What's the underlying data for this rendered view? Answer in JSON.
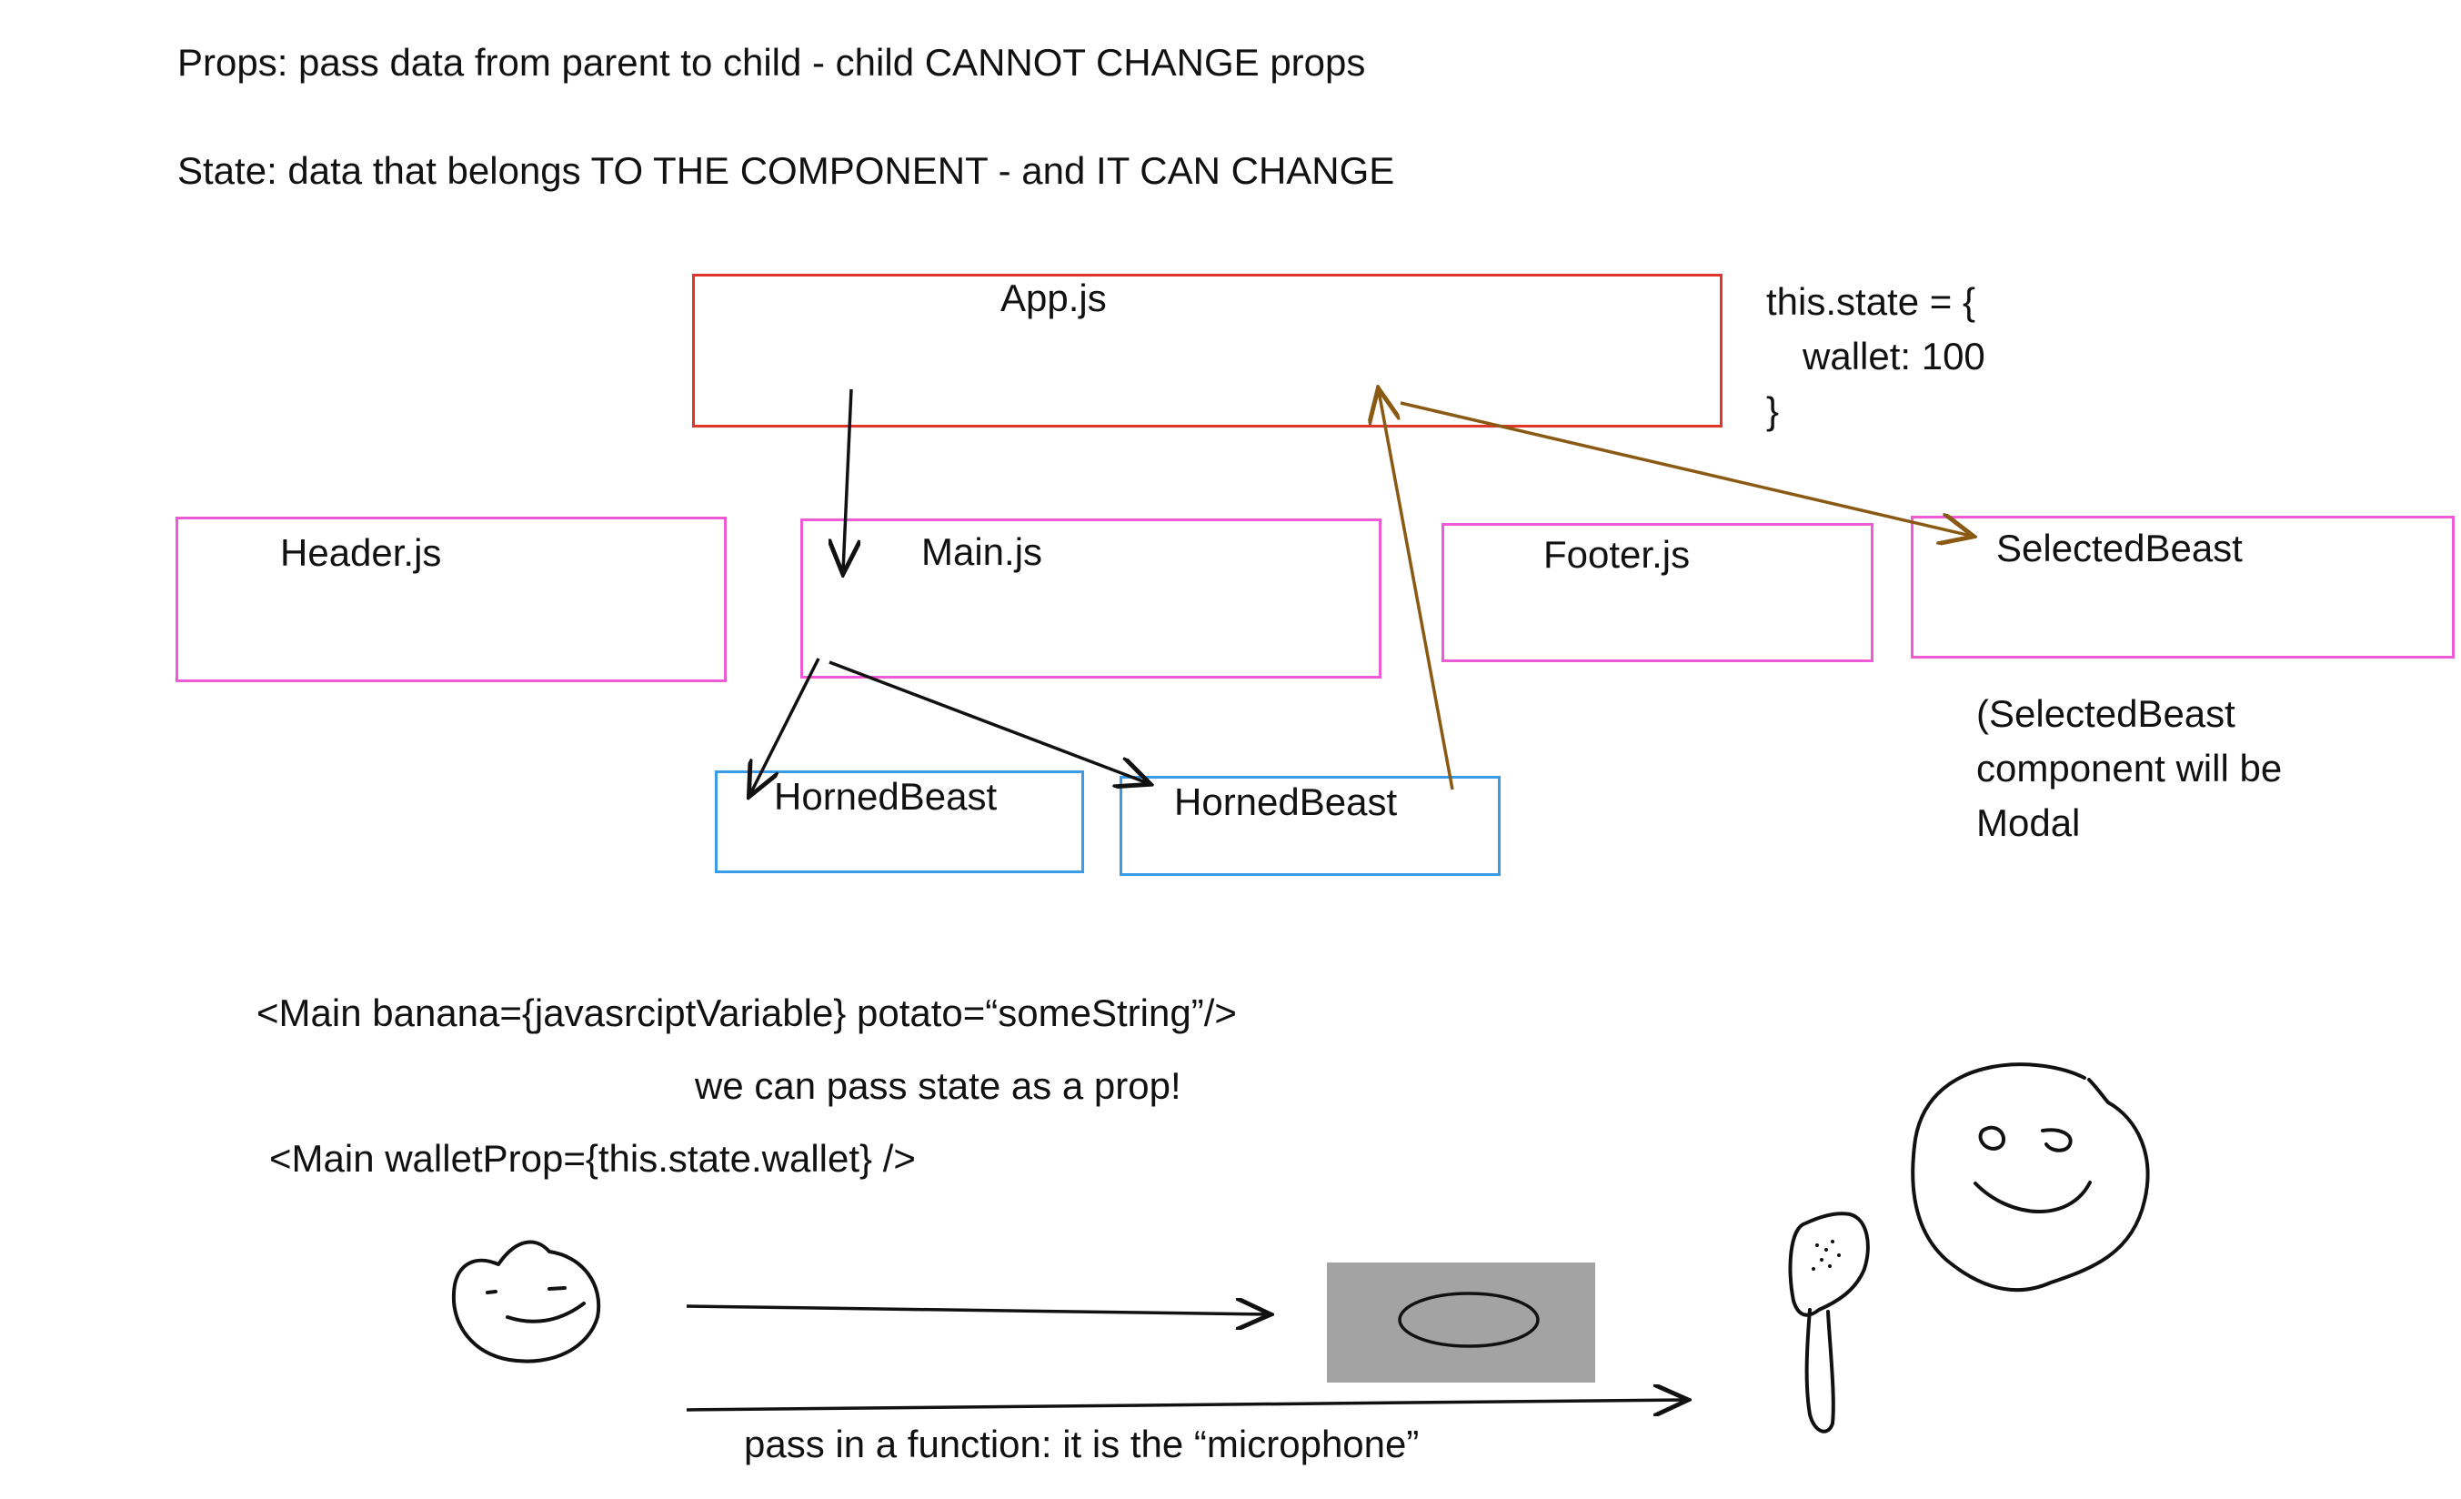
{
  "notes": {
    "props": "Props:  pass data from parent to child - child CANNOT CHANGE props",
    "state": "State: data that belongs TO THE COMPONENT - and IT CAN CHANGE"
  },
  "components": {
    "app": "App.js",
    "header": "Header.js",
    "main": "Main.js",
    "footer": "Footer.js",
    "selected_beast": "SelectedBeast",
    "horned_beast_1": "HornedBeast",
    "horned_beast_2": "HornedBeast"
  },
  "state_code": {
    "line1": "this.state = {",
    "line2": "wallet: 100",
    "line3": "}"
  },
  "selected_beast_note": {
    "line1": "(SelectedBeast",
    "line2": "component will be",
    "line3": "Modal"
  },
  "examples": {
    "main_props": "<Main banana={javasrciptVariable} potato=“someString”/>",
    "pass_state": "we can pass state as a prop!",
    "wallet_prop": "<Main walletProp={this.state.wallet} />",
    "pass_function": "pass in a function:  it is the “microphone”"
  },
  "colors": {
    "app_border": "#e0352b",
    "component_border": "#ef5ad6",
    "child_border": "#3a9be8",
    "callback_arrow": "#8a5a14",
    "screen_fill": "#a3a3a3"
  },
  "icons": [
    "smiley-face-small-icon",
    "screen-icon",
    "microphone-icon",
    "smiley-face-large-icon"
  ]
}
